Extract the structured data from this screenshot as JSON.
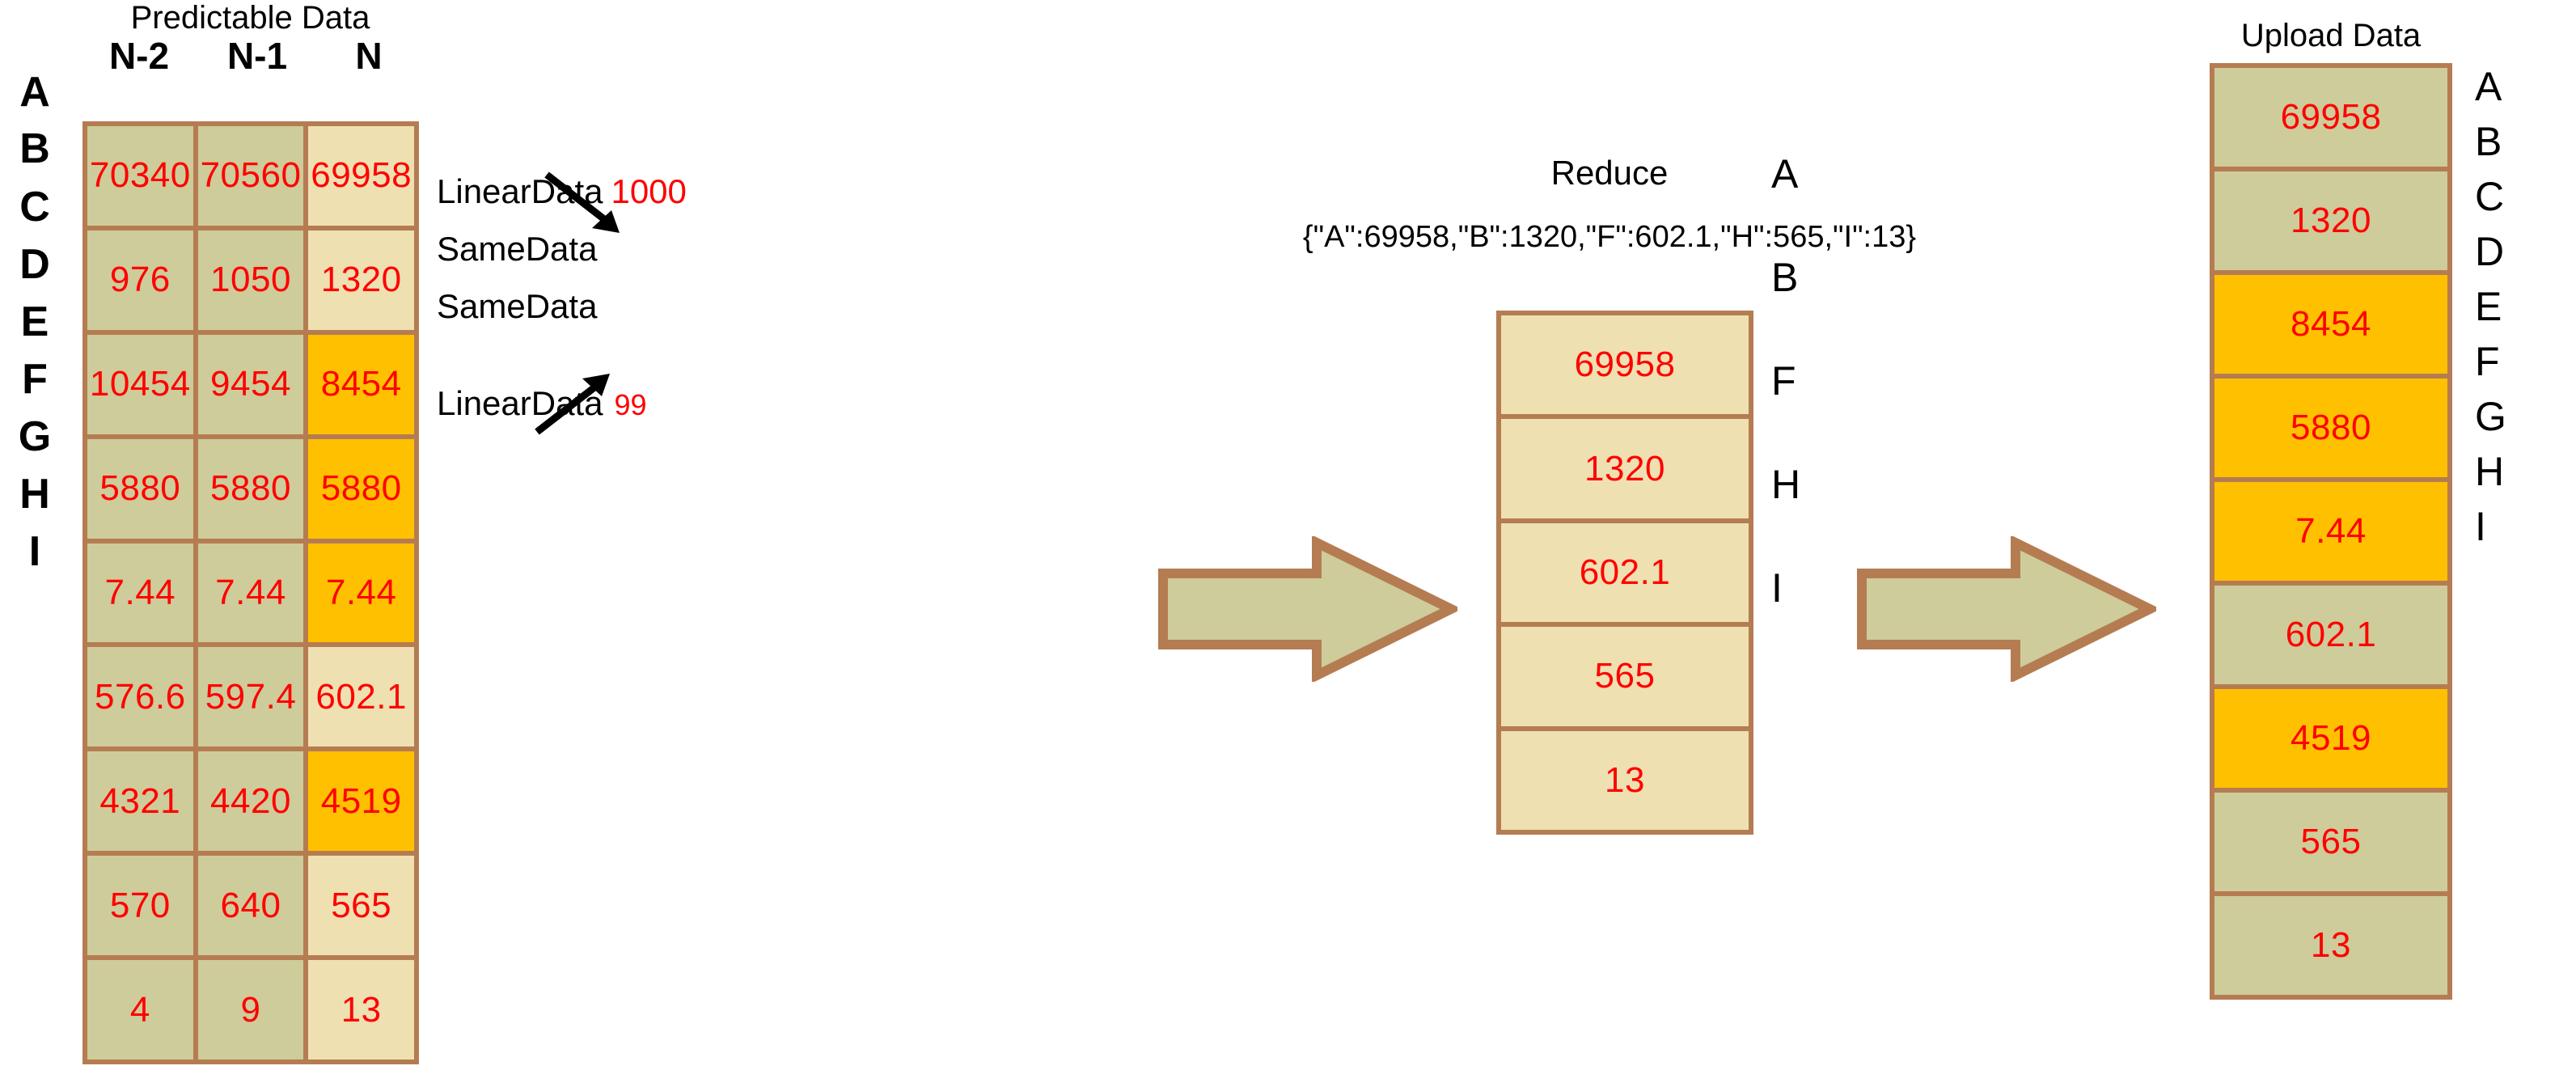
{
  "colors": {
    "olive": "#cdcc9a",
    "cream": "#eee0b1",
    "orange": "#ffc000",
    "border": "#b57c52",
    "value_text": "#ff0000",
    "label_text": "#000000",
    "background": "#ffffff"
  },
  "left_table": {
    "title": "Predictable Data",
    "column_headers": [
      "N-2",
      "N-1",
      "N"
    ],
    "row_labels": [
      "A",
      "B",
      "C",
      "D",
      "E",
      "F",
      "G",
      "H",
      "I"
    ],
    "rows": [
      {
        "label": "A",
        "values": [
          "70340",
          "70560",
          "69958"
        ],
        "fills": [
          "olive",
          "olive",
          "cream"
        ]
      },
      {
        "label": "B",
        "values": [
          "976",
          "1050",
          "1320"
        ],
        "fills": [
          "olive",
          "olive",
          "cream"
        ]
      },
      {
        "label": "C",
        "values": [
          "10454",
          "9454",
          "8454"
        ],
        "fills": [
          "olive",
          "olive",
          "orange"
        ]
      },
      {
        "label": "D",
        "values": [
          "5880",
          "5880",
          "5880"
        ],
        "fills": [
          "olive",
          "olive",
          "orange"
        ]
      },
      {
        "label": "E",
        "values": [
          "7.44",
          "7.44",
          "7.44"
        ],
        "fills": [
          "olive",
          "olive",
          "orange"
        ]
      },
      {
        "label": "F",
        "values": [
          "576.6",
          "597.4",
          "602.1"
        ],
        "fills": [
          "olive",
          "olive",
          "cream"
        ]
      },
      {
        "label": "G",
        "values": [
          "4321",
          "4420",
          "4519"
        ],
        "fills": [
          "olive",
          "olive",
          "orange"
        ]
      },
      {
        "label": "H",
        "values": [
          "570",
          "640",
          "565"
        ],
        "fills": [
          "olive",
          "olive",
          "cream"
        ]
      },
      {
        "label": "I",
        "values": [
          "4",
          "9",
          "13"
        ],
        "fills": [
          "olive",
          "olive",
          "cream"
        ]
      }
    ]
  },
  "annotations": [
    {
      "row": "C",
      "label": "LinearData",
      "value": "1000",
      "arrow": "down-right"
    },
    {
      "row": "D",
      "label": "SameData",
      "value": "",
      "arrow": "none"
    },
    {
      "row": "E",
      "label": "SameData",
      "value": "",
      "arrow": "none"
    },
    {
      "row": "G",
      "label": "LinearData",
      "value": "99",
      "arrow": "up-right"
    }
  ],
  "reduce": {
    "title": "Reduce",
    "json": "{\"A\":69958,\"B\":1320,\"F\":602.1,\"H\":565,\"I\":13}"
  },
  "middle_table": {
    "rows": [
      {
        "value": "69958",
        "label": "A",
        "fill": "cream"
      },
      {
        "value": "1320",
        "label": "B",
        "fill": "cream"
      },
      {
        "value": "602.1",
        "label": "F",
        "fill": "cream"
      },
      {
        "value": "565",
        "label": "H",
        "fill": "cream"
      },
      {
        "value": "13",
        "label": "I",
        "fill": "cream"
      }
    ]
  },
  "right_table": {
    "title": "Upload Data",
    "rows": [
      {
        "value": "69958",
        "label": "A",
        "fill": "olive"
      },
      {
        "value": "1320",
        "label": "B",
        "fill": "olive"
      },
      {
        "value": "8454",
        "label": "C",
        "fill": "orange"
      },
      {
        "value": "5880",
        "label": "D",
        "fill": "orange"
      },
      {
        "value": "7.44",
        "label": "E",
        "fill": "orange"
      },
      {
        "value": "602.1",
        "label": "F",
        "fill": "olive"
      },
      {
        "value": "4519",
        "label": "G",
        "fill": "orange"
      },
      {
        "value": "565",
        "label": "H",
        "fill": "olive"
      },
      {
        "value": "13",
        "label": "I",
        "fill": "olive"
      }
    ]
  },
  "flow_arrows": [
    {
      "name": "arrow-left-to-middle"
    },
    {
      "name": "arrow-middle-to-right"
    }
  ]
}
